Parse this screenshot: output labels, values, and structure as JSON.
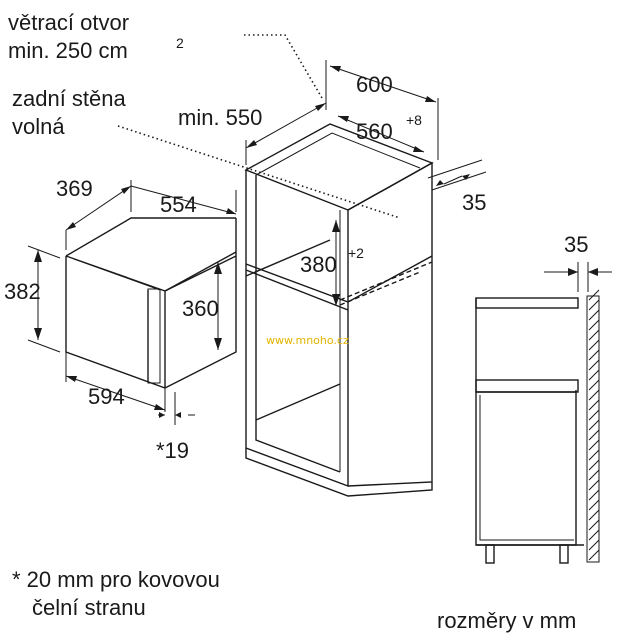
{
  "labels": {
    "vent_line1": "větrací otvor",
    "vent_line2": "min. 250 cm",
    "vent_sup": "2",
    "back_line1": "zadní stěna",
    "back_line2": "volná",
    "footnote_line1": "* 20 mm pro kovovou",
    "footnote_line2": "čelní stranu",
    "units": "rozměry v mm",
    "watermark": "www.mnoho.cz"
  },
  "appliance": {
    "depth": "369",
    "width_top": "554",
    "height": "382",
    "inner_height": "360",
    "front_width": "594",
    "front_offset": "*19"
  },
  "cabinet": {
    "width": "600",
    "depth_min": "min. 550",
    "inner_width": "560",
    "inner_width_tol": "+8",
    "gap": "35",
    "niche_height": "380",
    "niche_height_tol": "+2"
  },
  "side_view": {
    "gap": "35"
  }
}
